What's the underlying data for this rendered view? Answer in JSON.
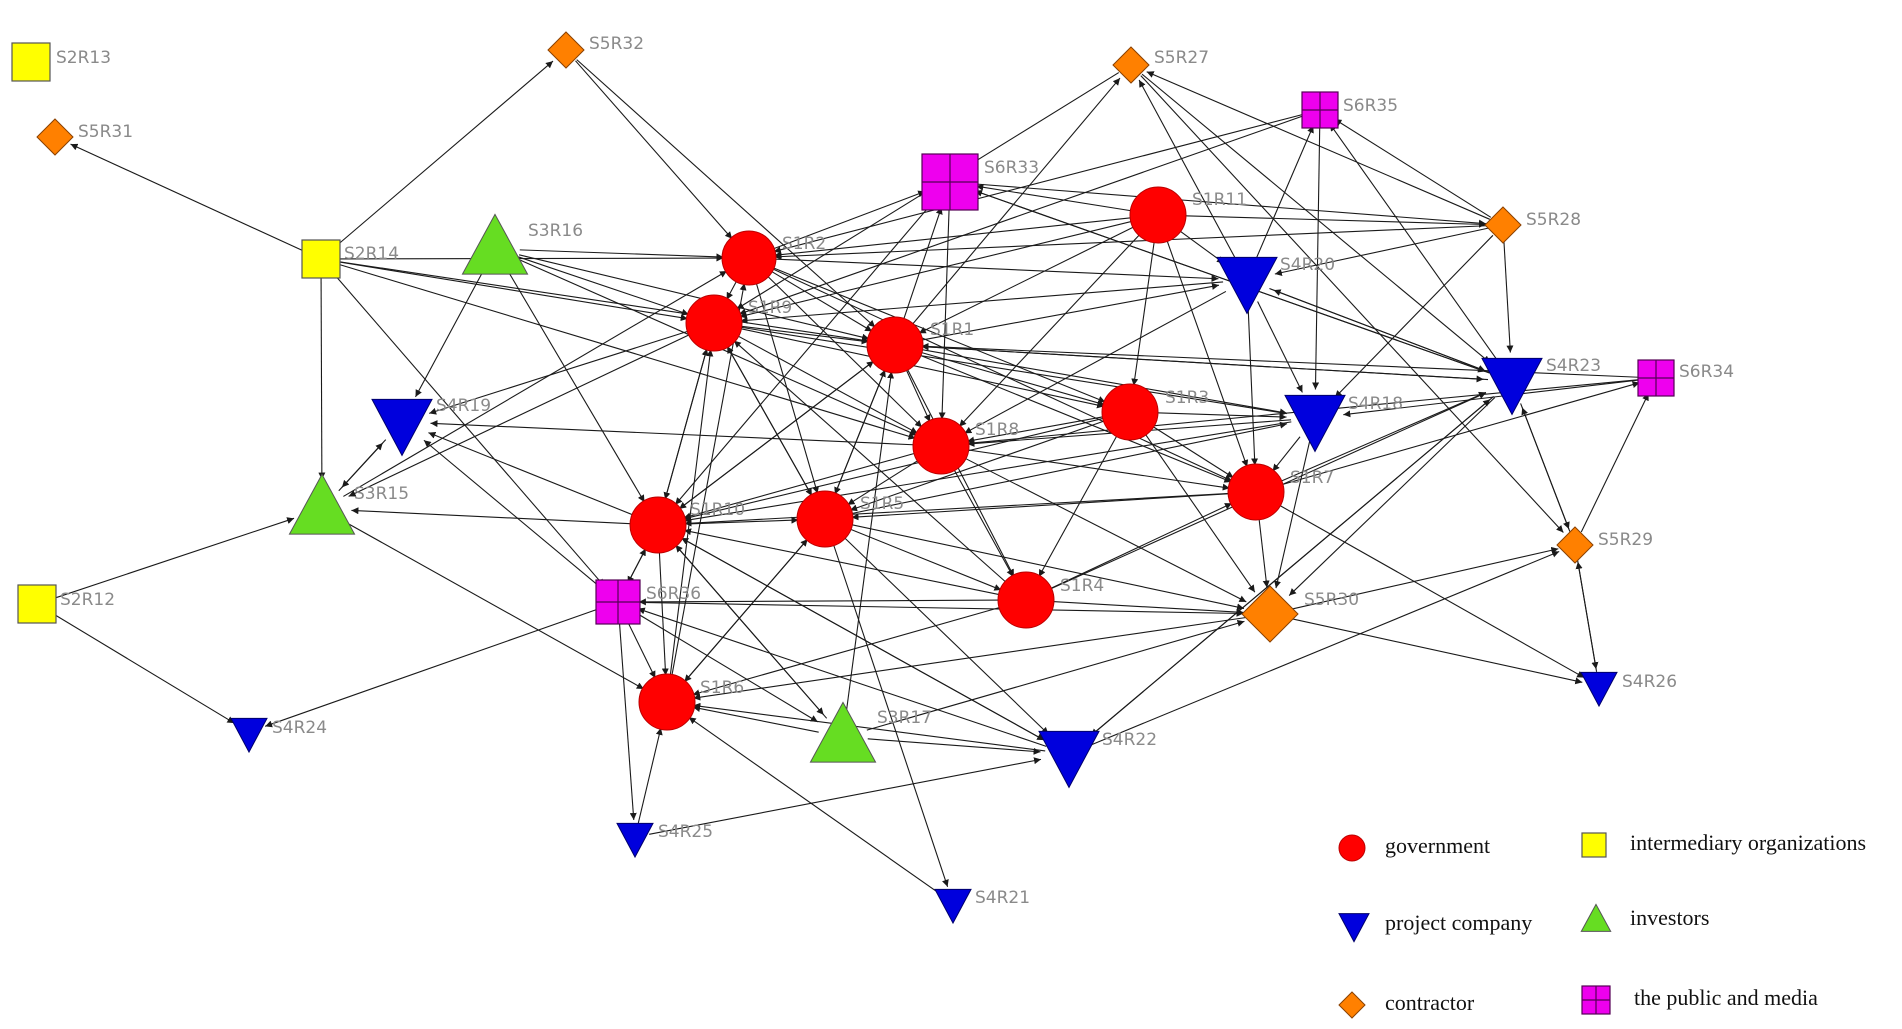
{
  "colors": {
    "government": "#ff0000",
    "intermediary": "#ffff00",
    "investors": "#66dd22",
    "project_company": "#0000dd",
    "contractor": "#ff8000",
    "public_media": "#ee00ee",
    "edge": "#1a1a1a"
  },
  "nodes": [
    {
      "id": "S1R1",
      "group": "government"
    },
    {
      "id": "S1R2",
      "group": "government"
    },
    {
      "id": "S1R3",
      "group": "government"
    },
    {
      "id": "S1R4",
      "group": "government"
    },
    {
      "id": "S1R5",
      "group": "government"
    },
    {
      "id": "S1R6",
      "group": "government"
    },
    {
      "id": "S1R7",
      "group": "government"
    },
    {
      "id": "S1R8",
      "group": "government"
    },
    {
      "id": "S1R9",
      "group": "government"
    },
    {
      "id": "S1R10",
      "group": "government"
    },
    {
      "id": "S1R11",
      "group": "government"
    },
    {
      "id": "S2R12",
      "group": "intermediary"
    },
    {
      "id": "S2R13",
      "group": "intermediary"
    },
    {
      "id": "S2R14",
      "group": "intermediary"
    },
    {
      "id": "S3R15",
      "group": "investors"
    },
    {
      "id": "S3R16",
      "group": "investors"
    },
    {
      "id": "S3R17",
      "group": "investors"
    },
    {
      "id": "S4R18",
      "group": "project_company"
    },
    {
      "id": "S4R19",
      "group": "project_company"
    },
    {
      "id": "S4R20",
      "group": "project_company"
    },
    {
      "id": "S4R21",
      "group": "project_company"
    },
    {
      "id": "S4R22",
      "group": "project_company"
    },
    {
      "id": "S4R23",
      "group": "project_company"
    },
    {
      "id": "S4R24",
      "group": "project_company"
    },
    {
      "id": "S4R25",
      "group": "project_company"
    },
    {
      "id": "S4R26",
      "group": "project_company"
    },
    {
      "id": "S5R27",
      "group": "contractor"
    },
    {
      "id": "S5R28",
      "group": "contractor"
    },
    {
      "id": "S5R29",
      "group": "contractor"
    },
    {
      "id": "S5R30",
      "group": "contractor"
    },
    {
      "id": "S5R31",
      "group": "contractor"
    },
    {
      "id": "S5R32",
      "group": "contractor"
    },
    {
      "id": "S6R33",
      "group": "public_media"
    },
    {
      "id": "S6R34",
      "group": "public_media"
    },
    {
      "id": "S6R35",
      "group": "public_media"
    },
    {
      "id": "S6R36",
      "group": "public_media"
    }
  ],
  "edges": [
    [
      "S2R14",
      "S5R31"
    ],
    [
      "S2R14",
      "S5R32"
    ],
    [
      "S2R14",
      "S1R2"
    ],
    [
      "S2R14",
      "S1R9"
    ],
    [
      "S2R14",
      "S1R1"
    ],
    [
      "S2R14",
      "S3R15"
    ],
    [
      "S2R14",
      "S6R36"
    ],
    [
      "S2R14",
      "S1R8"
    ],
    [
      "S5R32",
      "S1R2"
    ],
    [
      "S5R32",
      "S1R1"
    ],
    [
      "S3R16",
      "S1R2"
    ],
    [
      "S3R16",
      "S1R1"
    ],
    [
      "S3R16",
      "S1R9"
    ],
    [
      "S3R16",
      "S1R10"
    ],
    [
      "S3R16",
      "S4R19"
    ],
    [
      "S3R16",
      "S1R8"
    ],
    [
      "S1R2",
      "S1R1"
    ],
    [
      "S1R2",
      "S1R9"
    ],
    [
      "S1R2",
      "S6R33"
    ],
    [
      "S1R2",
      "S1R3"
    ],
    [
      "S1R2",
      "S1R5"
    ],
    [
      "S1R2",
      "S1R8"
    ],
    [
      "S1R2",
      "S4R20"
    ],
    [
      "S1R2",
      "S1R7"
    ],
    [
      "S1R9",
      "S1R1"
    ],
    [
      "S1R9",
      "S1R10"
    ],
    [
      "S1R9",
      "S1R5"
    ],
    [
      "S1R9",
      "S1R8"
    ],
    [
      "S1R9",
      "S1R3"
    ],
    [
      "S1R9",
      "S4R19"
    ],
    [
      "S1R9",
      "S3R15"
    ],
    [
      "S1R9",
      "S4R18"
    ],
    [
      "S1R1",
      "S1R8"
    ],
    [
      "S1R1",
      "S1R3"
    ],
    [
      "S1R1",
      "S1R5"
    ],
    [
      "S1R1",
      "S1R10"
    ],
    [
      "S1R1",
      "S6R33"
    ],
    [
      "S1R1",
      "S5R27"
    ],
    [
      "S1R1",
      "S4R20"
    ],
    [
      "S1R1",
      "S1R7"
    ],
    [
      "S1R1",
      "S4R18"
    ],
    [
      "S1R1",
      "S4R23"
    ],
    [
      "S1R1",
      "S1R4"
    ],
    [
      "S1R11",
      "S1R1"
    ],
    [
      "S1R11",
      "S1R2"
    ],
    [
      "S1R11",
      "S6R33"
    ],
    [
      "S1R11",
      "S1R3"
    ],
    [
      "S1R11",
      "S1R7"
    ],
    [
      "S1R11",
      "S1R9"
    ],
    [
      "S1R11",
      "S1R8"
    ],
    [
      "S1R11",
      "S5R28"
    ],
    [
      "S1R11",
      "S4R20"
    ],
    [
      "S6R33",
      "S1R8"
    ],
    [
      "S6R33",
      "S1R10"
    ],
    [
      "S6R33",
      "S5R28"
    ],
    [
      "S6R33",
      "S4R23"
    ],
    [
      "S5R28",
      "S1R2"
    ],
    [
      "S5R28",
      "S6R35"
    ],
    [
      "S5R28",
      "S4R23"
    ],
    [
      "S5R28",
      "S4R20"
    ],
    [
      "S5R28",
      "S4R18"
    ],
    [
      "S5R28",
      "S5R27"
    ],
    [
      "S4R20",
      "S6R35"
    ],
    [
      "S4R20",
      "S4R18"
    ],
    [
      "S4R20",
      "S1R7"
    ],
    [
      "S4R20",
      "S1R9"
    ],
    [
      "S4R20",
      "S5R27"
    ],
    [
      "S4R20",
      "S4R23"
    ],
    [
      "S4R20",
      "S1R8"
    ],
    [
      "S6R35",
      "S1R2"
    ],
    [
      "S6R35",
      "S1R9"
    ],
    [
      "S6R35",
      "S4R18"
    ],
    [
      "S5R27",
      "S1R9"
    ],
    [
      "S5R27",
      "S4R23"
    ],
    [
      "S5R27",
      "S5R29"
    ],
    [
      "S4R23",
      "S6R33"
    ],
    [
      "S4R23",
      "S1R1"
    ],
    [
      "S4R23",
      "S5R29"
    ],
    [
      "S4R23",
      "S5R30"
    ],
    [
      "S4R23",
      "S4R20"
    ],
    [
      "S4R23",
      "S6R35"
    ],
    [
      "S4R23",
      "S4R22"
    ],
    [
      "S1R3",
      "S1R8"
    ],
    [
      "S1R3",
      "S1R7"
    ],
    [
      "S1R3",
      "S4R18"
    ],
    [
      "S1R3",
      "S1R5"
    ],
    [
      "S1R3",
      "S5R30"
    ],
    [
      "S1R3",
      "S1R4"
    ],
    [
      "S1R3",
      "S1R10"
    ],
    [
      "S4R18",
      "S1R7"
    ],
    [
      "S4R18",
      "S1R8"
    ],
    [
      "S4R18",
      "S1R10"
    ],
    [
      "S4R18",
      "S5R30"
    ],
    [
      "S1R8",
      "S1R7"
    ],
    [
      "S1R8",
      "S1R5"
    ],
    [
      "S1R8",
      "S1R4"
    ],
    [
      "S1R8",
      "S1R10"
    ],
    [
      "S1R8",
      "S4R19"
    ],
    [
      "S1R8",
      "S5R30"
    ],
    [
      "S1R7",
      "S5R30"
    ],
    [
      "S1R7",
      "S1R10"
    ],
    [
      "S1R7",
      "S4R26"
    ],
    [
      "S1R7",
      "S4R23"
    ],
    [
      "S1R7",
      "S6R34"
    ],
    [
      "S1R7",
      "S1R5"
    ],
    [
      "S1R10",
      "S1R5"
    ],
    [
      "S1R10",
      "S1R6"
    ],
    [
      "S1R10",
      "S3R15"
    ],
    [
      "S1R10",
      "S6R36"
    ],
    [
      "S1R10",
      "S4R19"
    ],
    [
      "S1R10",
      "S3R17"
    ],
    [
      "S1R10",
      "S4R22"
    ],
    [
      "S1R10",
      "S1R1"
    ],
    [
      "S1R10",
      "S1R9"
    ],
    [
      "S1R5",
      "S1R6"
    ],
    [
      "S1R5",
      "S1R4"
    ],
    [
      "S1R5",
      "S1R1"
    ],
    [
      "S1R5",
      "S1R9"
    ],
    [
      "S1R5",
      "S5R30"
    ],
    [
      "S1R5",
      "S4R22"
    ],
    [
      "S1R5",
      "S4R18"
    ],
    [
      "S1R4",
      "S1R6"
    ],
    [
      "S1R4",
      "S6R36"
    ],
    [
      "S1R4",
      "S5R30"
    ],
    [
      "S1R4",
      "S1R10"
    ],
    [
      "S1R4",
      "S1R7"
    ],
    [
      "S1R4",
      "S1R9"
    ],
    [
      "S1R4",
      "S4R23"
    ],
    [
      "S6R36",
      "S1R6"
    ],
    [
      "S6R36",
      "S4R25"
    ],
    [
      "S6R36",
      "S1R10"
    ],
    [
      "S6R36",
      "S4R19"
    ],
    [
      "S6R36",
      "S4R24"
    ],
    [
      "S6R36",
      "S5R30"
    ],
    [
      "S6R36",
      "S3R17"
    ],
    [
      "S3R15",
      "S4R19"
    ],
    [
      "S3R15",
      "S1R6"
    ],
    [
      "S3R15",
      "S1R2"
    ],
    [
      "S2R12",
      "S3R15"
    ],
    [
      "S2R12",
      "S4R24"
    ],
    [
      "S3R17",
      "S1R10"
    ],
    [
      "S3R17",
      "S1R1"
    ],
    [
      "S3R17",
      "S1R6"
    ],
    [
      "S3R17",
      "S5R30"
    ],
    [
      "S3R17",
      "S4R22"
    ],
    [
      "S4R22",
      "S1R10"
    ],
    [
      "S4R22",
      "S6R36"
    ],
    [
      "S4R22",
      "S5R29"
    ],
    [
      "S4R22",
      "S4R23"
    ],
    [
      "S4R22",
      "S1R6"
    ],
    [
      "S4R25",
      "S4R22"
    ],
    [
      "S4R25",
      "S1R6"
    ],
    [
      "S5R30",
      "S5R29"
    ],
    [
      "S5R30",
      "S4R26"
    ],
    [
      "S5R30",
      "S1R6"
    ],
    [
      "S5R29",
      "S4R23"
    ],
    [
      "S5R29",
      "S6R34"
    ],
    [
      "S5R29",
      "S4R26"
    ],
    [
      "S4R26",
      "S5R29"
    ],
    [
      "S6R34",
      "S4R18"
    ],
    [
      "S6R34",
      "S1R1"
    ],
    [
      "S6R34",
      "S1R8"
    ],
    [
      "S4R21",
      "S1R6"
    ],
    [
      "S1R5",
      "S4R21"
    ],
    [
      "S4R19",
      "S3R15"
    ],
    [
      "S1R6",
      "S1R9"
    ],
    [
      "S1R6",
      "S1R2"
    ],
    [
      "S1R6",
      "S1R5"
    ]
  ],
  "legend": [
    {
      "key": "government",
      "label": "government"
    },
    {
      "key": "intermediary",
      "label": "intermediary organizations"
    },
    {
      "key": "project_company",
      "label": "project company"
    },
    {
      "key": "investors",
      "label": "investors"
    },
    {
      "key": "contractor",
      "label": "contractor"
    },
    {
      "key": "public_media",
      "label": "the public and media"
    }
  ]
}
